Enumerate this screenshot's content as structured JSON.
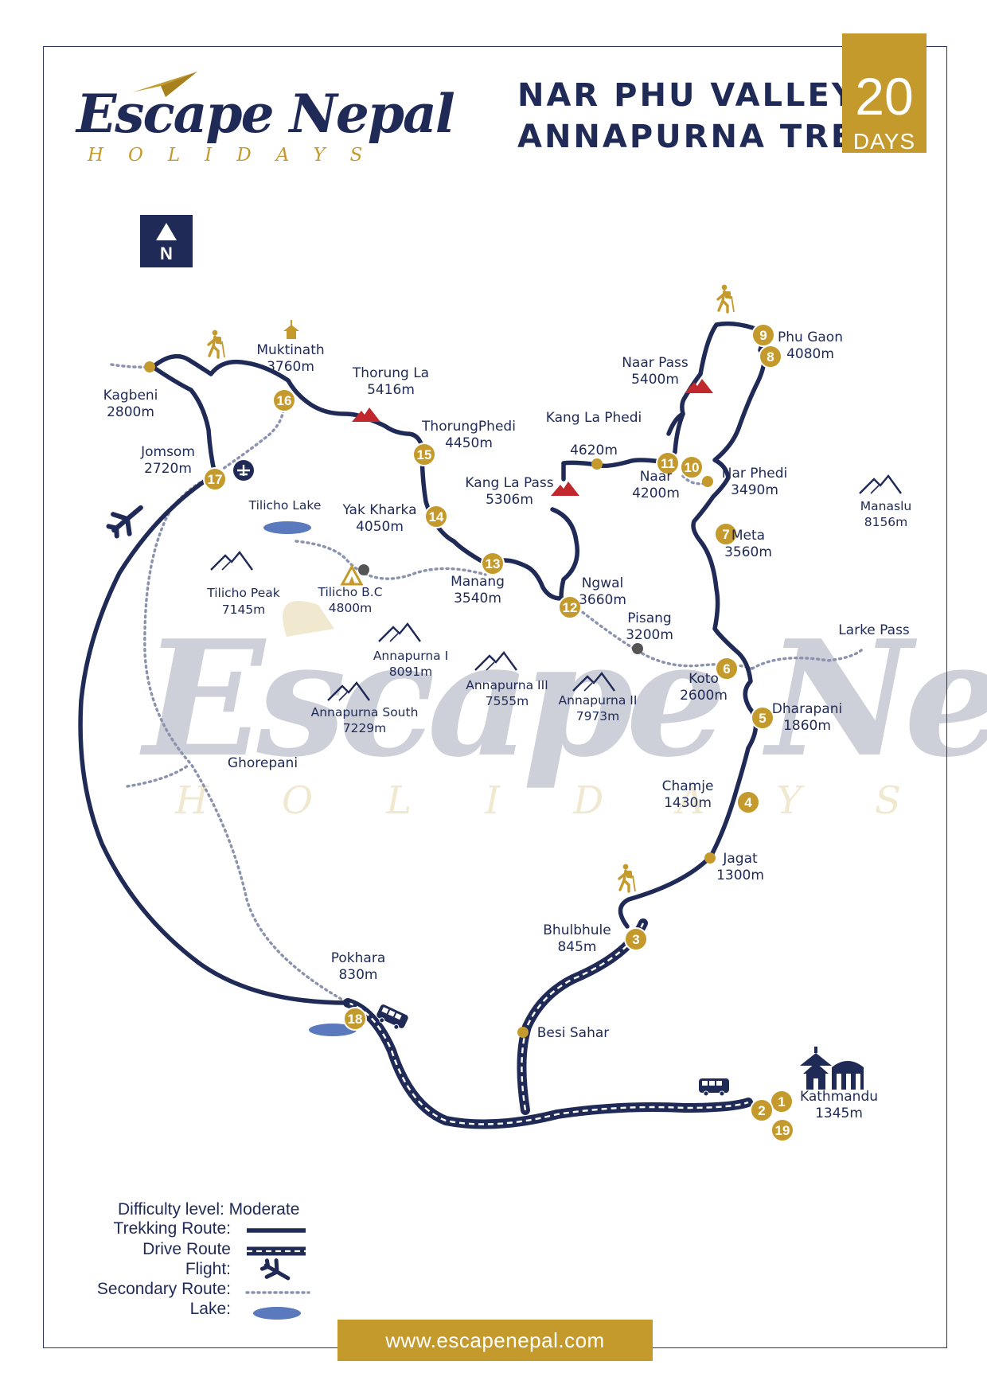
{
  "brand": {
    "name": "Escape Nepal",
    "tagline": "HOLIDAYS"
  },
  "title": {
    "line1": "NAR PHU VALLEY",
    "line2": "ANNAPURNA TREK"
  },
  "duration": {
    "number": "20",
    "unit": "DAYS"
  },
  "compass": {
    "label": "N"
  },
  "watermark": {
    "name": "Escape Nepal",
    "tagline": "HOLIDAYS"
  },
  "stops": [
    {
      "num": "1"
    },
    {
      "num": "2"
    },
    {
      "num": "3"
    },
    {
      "num": "4"
    },
    {
      "num": "5"
    },
    {
      "num": "6"
    },
    {
      "num": "7"
    },
    {
      "num": "8"
    },
    {
      "num": "9"
    },
    {
      "num": "10"
    },
    {
      "num": "11"
    },
    {
      "num": "12"
    },
    {
      "num": "13"
    },
    {
      "num": "14"
    },
    {
      "num": "15"
    },
    {
      "num": "16"
    },
    {
      "num": "17"
    },
    {
      "num": "18"
    },
    {
      "num": "19"
    }
  ],
  "places": [
    {
      "name": "Kathmandu",
      "alt": "1345m"
    },
    {
      "name": "Bhulbhule",
      "alt": "845m"
    },
    {
      "name": "Chamje",
      "alt": "1430m"
    },
    {
      "name": "Jagat",
      "alt": "1300m"
    },
    {
      "name": "Dharapani",
      "alt": "1860m"
    },
    {
      "name": "Koto",
      "alt": "2600m"
    },
    {
      "name": "Pisang",
      "alt": "3200m"
    },
    {
      "name": "Meta",
      "alt": "3560m"
    },
    {
      "name": "Nar Phedi",
      "alt": "3490m"
    },
    {
      "name": "Phu Gaon",
      "alt": "4080m"
    },
    {
      "name": "Naar Pass",
      "alt": "5400m"
    },
    {
      "name": "Naar",
      "alt": "4200m"
    },
    {
      "name": "Kang La Phedi",
      "alt": "4620m"
    },
    {
      "name": "Kang La Pass",
      "alt": "5306m"
    },
    {
      "name": "Ngwal",
      "alt": "3660m"
    },
    {
      "name": "Manang",
      "alt": "3540m"
    },
    {
      "name": "Yak Kharka",
      "alt": "4050m"
    },
    {
      "name": "ThorungPhedi",
      "alt": "4450m"
    },
    {
      "name": "Thorung La",
      "alt": "5416m"
    },
    {
      "name": "Muktinath",
      "alt": "3760m"
    },
    {
      "name": "Kagbeni",
      "alt": "2800m"
    },
    {
      "name": "Jomsom",
      "alt": "2720m"
    },
    {
      "name": "Tilicho Lake",
      "alt": ""
    },
    {
      "name": "Tilicho B.C",
      "alt": "4800m"
    },
    {
      "name": "Pokhara",
      "alt": "830m"
    },
    {
      "name": "Ghorepani",
      "alt": ""
    },
    {
      "name": "Besi Sahar",
      "alt": ""
    },
    {
      "name": "Larke Pass",
      "alt": ""
    }
  ],
  "peaks": [
    {
      "name": "Manaslu",
      "alt": "8156m"
    },
    {
      "name": "Tilicho Peak",
      "alt": "7145m"
    },
    {
      "name": "Annapurna I",
      "alt": "8091m"
    },
    {
      "name": "Annapurna III",
      "alt": "7555m"
    },
    {
      "name": "Annapurna II",
      "alt": "7973m"
    },
    {
      "name": "Annapurna South",
      "alt": "7229m"
    }
  ],
  "legend": {
    "difficulty": "Difficulty level: Moderate",
    "trekking": "Trekking Route:",
    "drive": "Drive Route",
    "flight": "Flight:",
    "secondary": "Secondary Route:",
    "lake": "Lake:"
  },
  "website": "www.escapenepal.com",
  "colors": {
    "navy": "#1f2a56",
    "gold": "#c49a2c",
    "pass": "#c0282d",
    "lake": "#5b79bd",
    "secondary": "#8a92ad"
  }
}
